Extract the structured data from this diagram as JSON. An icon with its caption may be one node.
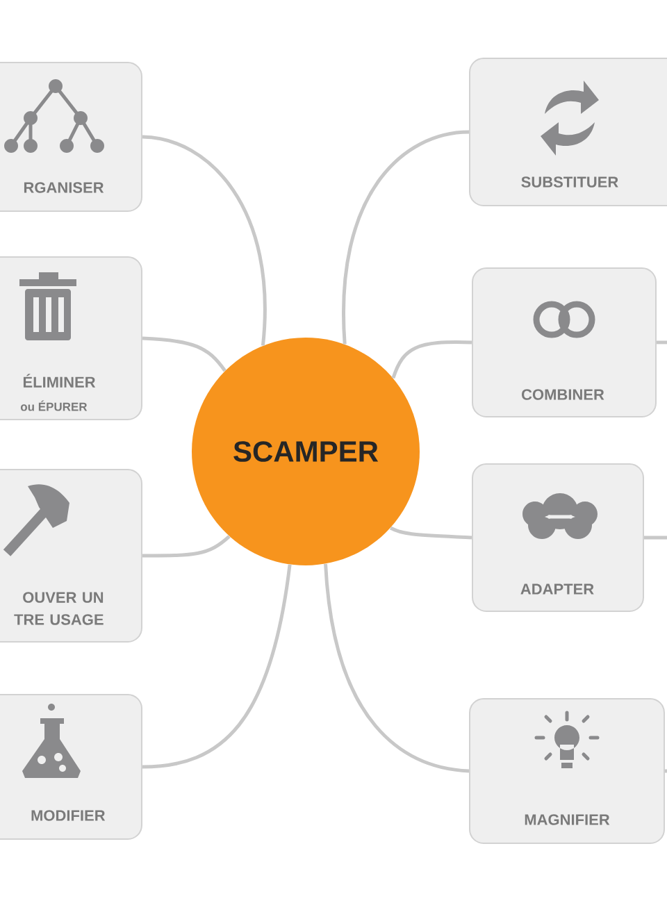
{
  "diagram": {
    "nodes": [
      {
        "text": [
          "SCAMPER"
        ]
      },
      {
        "text": [
          "RGANISER"
        ]
      },
      {
        "text": [
          "ÉLIMINER",
          "ou ÉPURER"
        ]
      },
      {
        "text": [
          "OUVER UN TRE USAGE"
        ]
      },
      {
        "text": [
          "MODIFIER"
        ]
      },
      {
        "text": [
          "SUBSTITUER"
        ]
      },
      {
        "text": [
          "COMBINER"
        ]
      },
      {
        "text": [
          "ADAPTER"
        ]
      },
      {
        "text": [
          "MAGNIFIER"
        ]
      }
    ],
    "edges": [
      {
        "from": 0,
        "to": 1,
        "arrow": "none"
      },
      {
        "from": 0,
        "to": 2,
        "arrow": "none"
      },
      {
        "from": 0,
        "to": 3,
        "arrow": "none"
      },
      {
        "from": 0,
        "to": 4,
        "arrow": "none"
      },
      {
        "from": 0,
        "to": 5,
        "arrow": "none"
      },
      {
        "from": 0,
        "to": 6,
        "arrow": "none"
      },
      {
        "from": 0,
        "to": 7,
        "arrow": "none"
      },
      {
        "from": 0,
        "to": 8,
        "arrow": "none"
      },
      {
        "from": 6,
        "to": null,
        "arrow": "none"
      },
      {
        "from": 7,
        "to": null,
        "arrow": "none"
      },
      {
        "from": 8,
        "to": null,
        "arrow": "none"
      }
    ]
  }
}
